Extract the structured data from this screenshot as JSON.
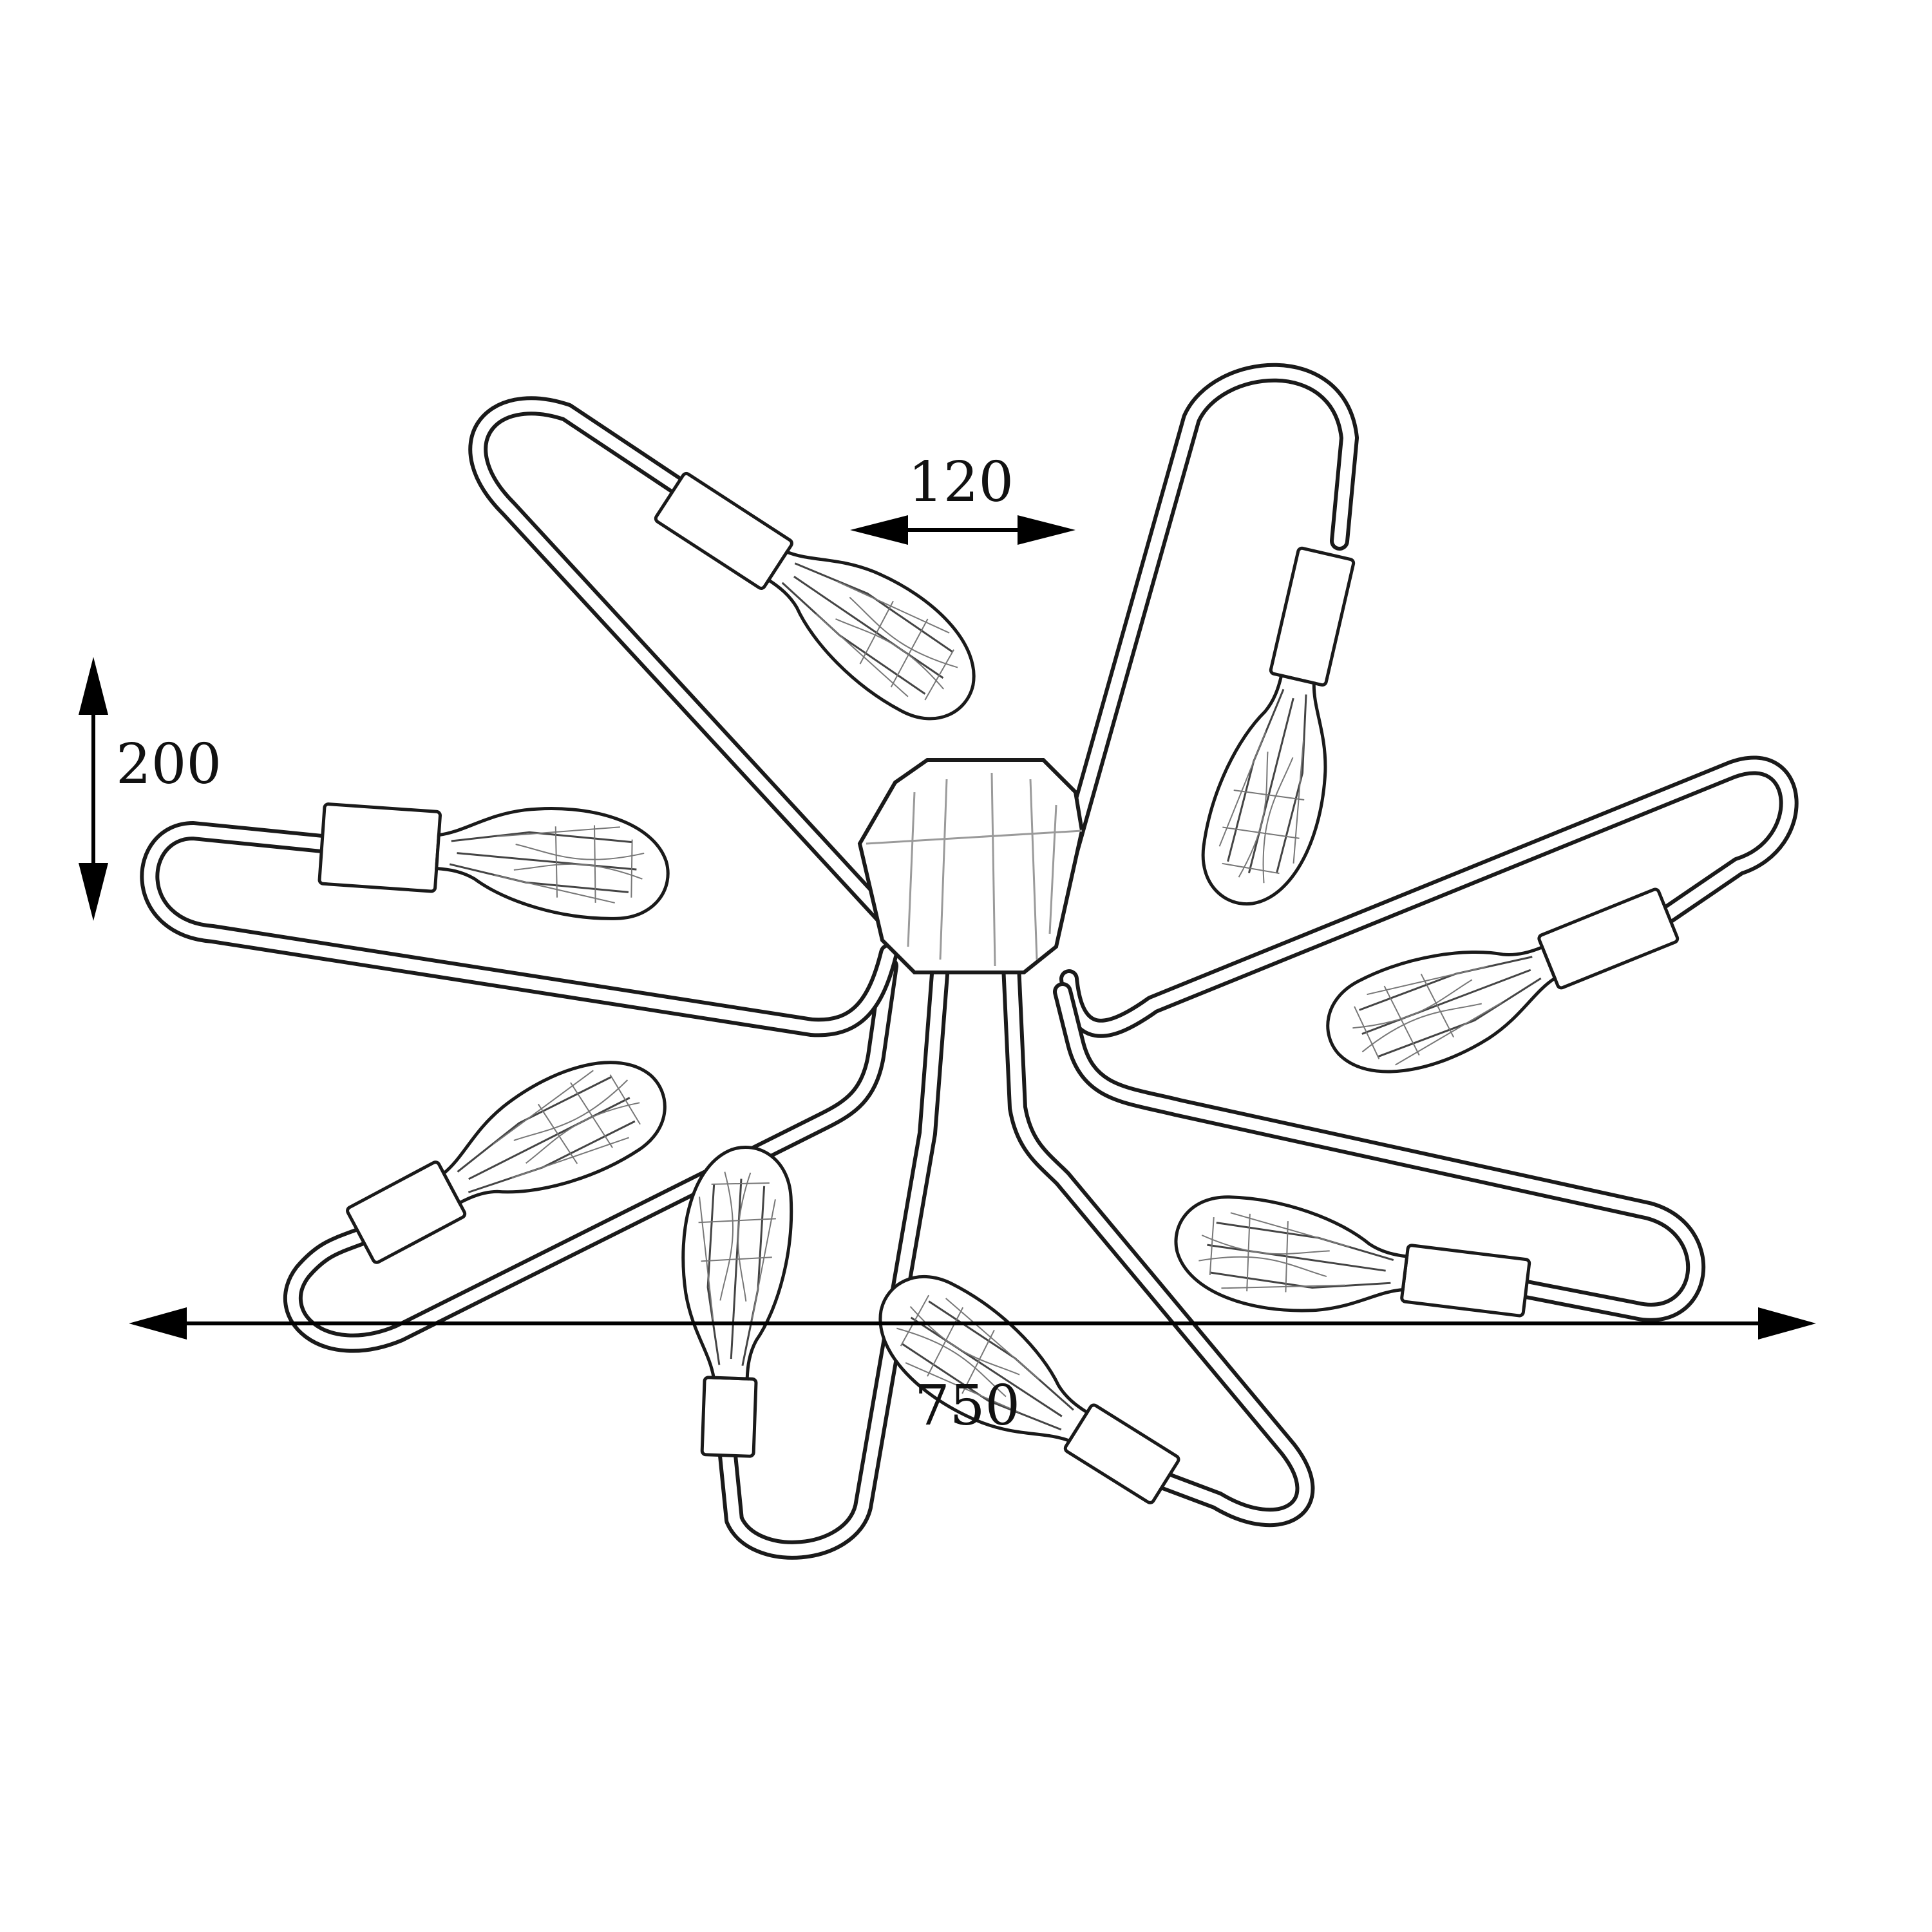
{
  "dimensions": {
    "overall_width": "750",
    "canopy_width": "120",
    "height": "200"
  },
  "fixture": {
    "arm_count": 8,
    "bulb_style": "ST64 vintage filament",
    "line_color": "#1a1a1a"
  }
}
